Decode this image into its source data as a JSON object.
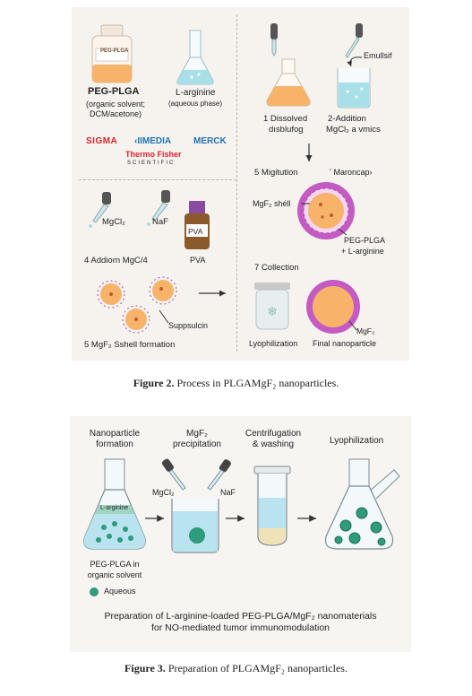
{
  "fig2": {
    "bottle_label": "PEG-PLGA",
    "peg_title": "PEG-PLGA",
    "peg_sub1": "(organic solvent;",
    "peg_sub2": "DCM/acetone)",
    "larg_title": "L-arginine",
    "larg_sub": "(aqueous phase)",
    "logo_sigma": "SIGMA",
    "logo_media": "‹IIMEDIA",
    "logo_merck": "MERCK",
    "logo_thermo1": "Thermo Fisher",
    "logo_thermo2": "SCIENTIFIC",
    "step1a": "1  Dissolved",
    "step1b": "dısblufog",
    "emulsif": "Emullsif",
    "step2a": "2-Addition",
    "step2b": "MgCl₂ a vmics",
    "step5m": "5  Migitution",
    "maroncap": "ʼ  Maroncap›",
    "mgf2_shell": "MgF₂ shéll",
    "peg_label1": "PEG-PLGA",
    "peg_label2": "+ L-arginine",
    "step7": "7  Collection",
    "lyoph": "Lyophilization",
    "final_np": "Final nanoparticle",
    "mgf2_lbl": "MgF₂",
    "mgcl2": "MgCl₂",
    "naf": "NaF",
    "pva": "PVA",
    "pva_lbl": "PVA",
    "step4": "4  Addiorn MgC/4",
    "suppsulcin": "Suppsulcin",
    "step5s": "5  MgF₂  Sshell formation"
  },
  "caption2": {
    "bold": "Figure 2.",
    "text": " Process in PLGAMgF₂ nanoparticles."
  },
  "fig3": {
    "h1a": "Nanoparticle",
    "h1b": "formation",
    "h2a": "MgF₂",
    "h2b": "precipitation",
    "h3a": "Centrifugation",
    "h3b": "& washing",
    "h4": "Lyophilization",
    "larg": "L-arginine",
    "mgcl2": "MgCl₂",
    "naf": "NaF",
    "peg1": "PEG-PLGA in",
    "peg2": "organic solvent",
    "aqueous": "Aqueous",
    "summary1": "Preparation of L-arginine-loaded PEG-PLGA/MgF₂ nanomaterials",
    "summary2": "for NO-mediated tumor immunomodulation"
  },
  "caption3": {
    "bold": "Figure 3.",
    "text": " Preparation of PLGAMgF₂ nanoparticles."
  },
  "colors": {
    "orange": "#f7b36a",
    "teal": "#3aa98c",
    "cyan": "#a9dfe8",
    "purple": "#a34aa6",
    "panel": "#f6f3ef"
  }
}
